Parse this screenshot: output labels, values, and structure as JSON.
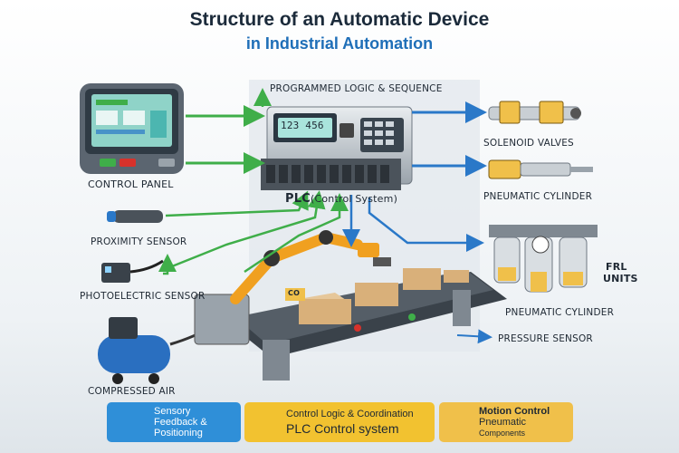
{
  "title": {
    "line1": "Structure of an Automatic Device",
    "line2": "in Industrial Automation"
  },
  "labels": {
    "control_panel": "CONTROL PANEL",
    "plc_top": "PROGRAMMED LOGIC & SEQUENCE",
    "plc_main": "PLC",
    "plc_sub": "(Control System)",
    "plc_display": "123  456",
    "proximity_sensor": "PROXIMITY SENSOR",
    "photoelectric_sensor": "PHOTOELECTRIC SENSOR",
    "compressed_air": "COMPRESSED AIR",
    "solenoid_valves": "SOLENOID VALVES",
    "pneumatic_cylinder_top": "PNEUMATIC CYLINDER",
    "frl_units_1": "FRL",
    "frl_units_2": "UNITS",
    "pneumatic_cylinder_bottom": "PNEUMATIC CYLINDER",
    "pressure_sensor": "PRESSURE SENSOR",
    "box_tag": "CO"
  },
  "legend": {
    "sensory": {
      "line1": "Sensory",
      "line2": "Feedback &",
      "line3": "Positioning",
      "icon": "monitor-icon",
      "color": "#2f8fd8"
    },
    "control": {
      "line1": "Control Logic & Coordination",
      "line2": "PLC Control system",
      "icon": "gear-icon",
      "color": "#f2c230"
    },
    "motion": {
      "line1": "Motion Control",
      "line2": "Pneumatic",
      "line3": "Components",
      "icon": "machine-icon",
      "color": "#f0c04a"
    }
  },
  "colors": {
    "arrow_green": "#3fae49",
    "arrow_blue": "#2a78c8",
    "title_blue": "#1f6fb8",
    "robot_orange": "#f0a020",
    "compressor_blue": "#2a6fc0"
  }
}
